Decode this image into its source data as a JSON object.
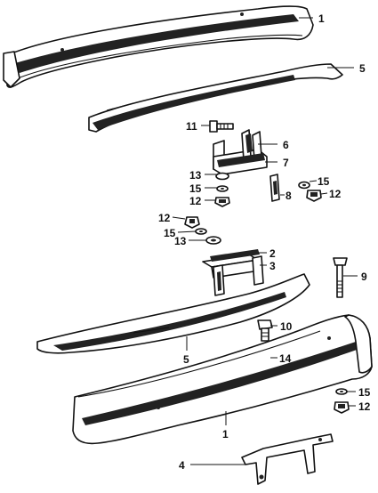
{
  "callouts": {
    "c1_top": "1",
    "c5_top": "5",
    "c11": "11",
    "c6": "6",
    "c7": "7",
    "c13_a": "13",
    "c15_a": "15",
    "c12_a": "12",
    "c15_b": "15",
    "c12_b": "12",
    "c8": "8",
    "c12_c": "12",
    "c15_c": "15",
    "c13_b": "13",
    "c2": "2",
    "c3": "3",
    "c9": "9",
    "c10": "10",
    "c5_bottom": "5",
    "c14": "14",
    "c15_d": "15",
    "c12_d": "12",
    "c1_bottom": "1",
    "c4": "4"
  }
}
